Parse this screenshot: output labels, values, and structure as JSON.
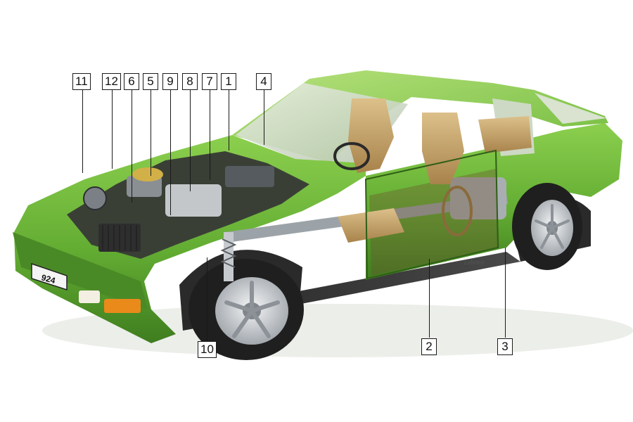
{
  "colors": {
    "body_green": "#63ad33",
    "body_green_light": "#8ccf4e",
    "body_green_dark": "#3f7d1f",
    "interior_tan": "#c9a66b",
    "tyre": "#1f1f1f",
    "chrome": "#c9cdd1",
    "indicator_amber": "#e98a1a"
  },
  "diagram": {
    "subject": "cutaway illustration of a green sports coupe",
    "plate_text": "924",
    "signature": "Lehrner"
  },
  "callouts": [
    {
      "id": "11",
      "label": "11"
    },
    {
      "id": "12",
      "label": "12"
    },
    {
      "id": "6",
      "label": "6"
    },
    {
      "id": "5",
      "label": "5"
    },
    {
      "id": "9",
      "label": "9"
    },
    {
      "id": "8",
      "label": "8"
    },
    {
      "id": "7",
      "label": "7"
    },
    {
      "id": "1",
      "label": "1"
    },
    {
      "id": "4",
      "label": "4"
    },
    {
      "id": "10",
      "label": "10"
    },
    {
      "id": "2",
      "label": "2"
    },
    {
      "id": "3",
      "label": "3"
    }
  ]
}
